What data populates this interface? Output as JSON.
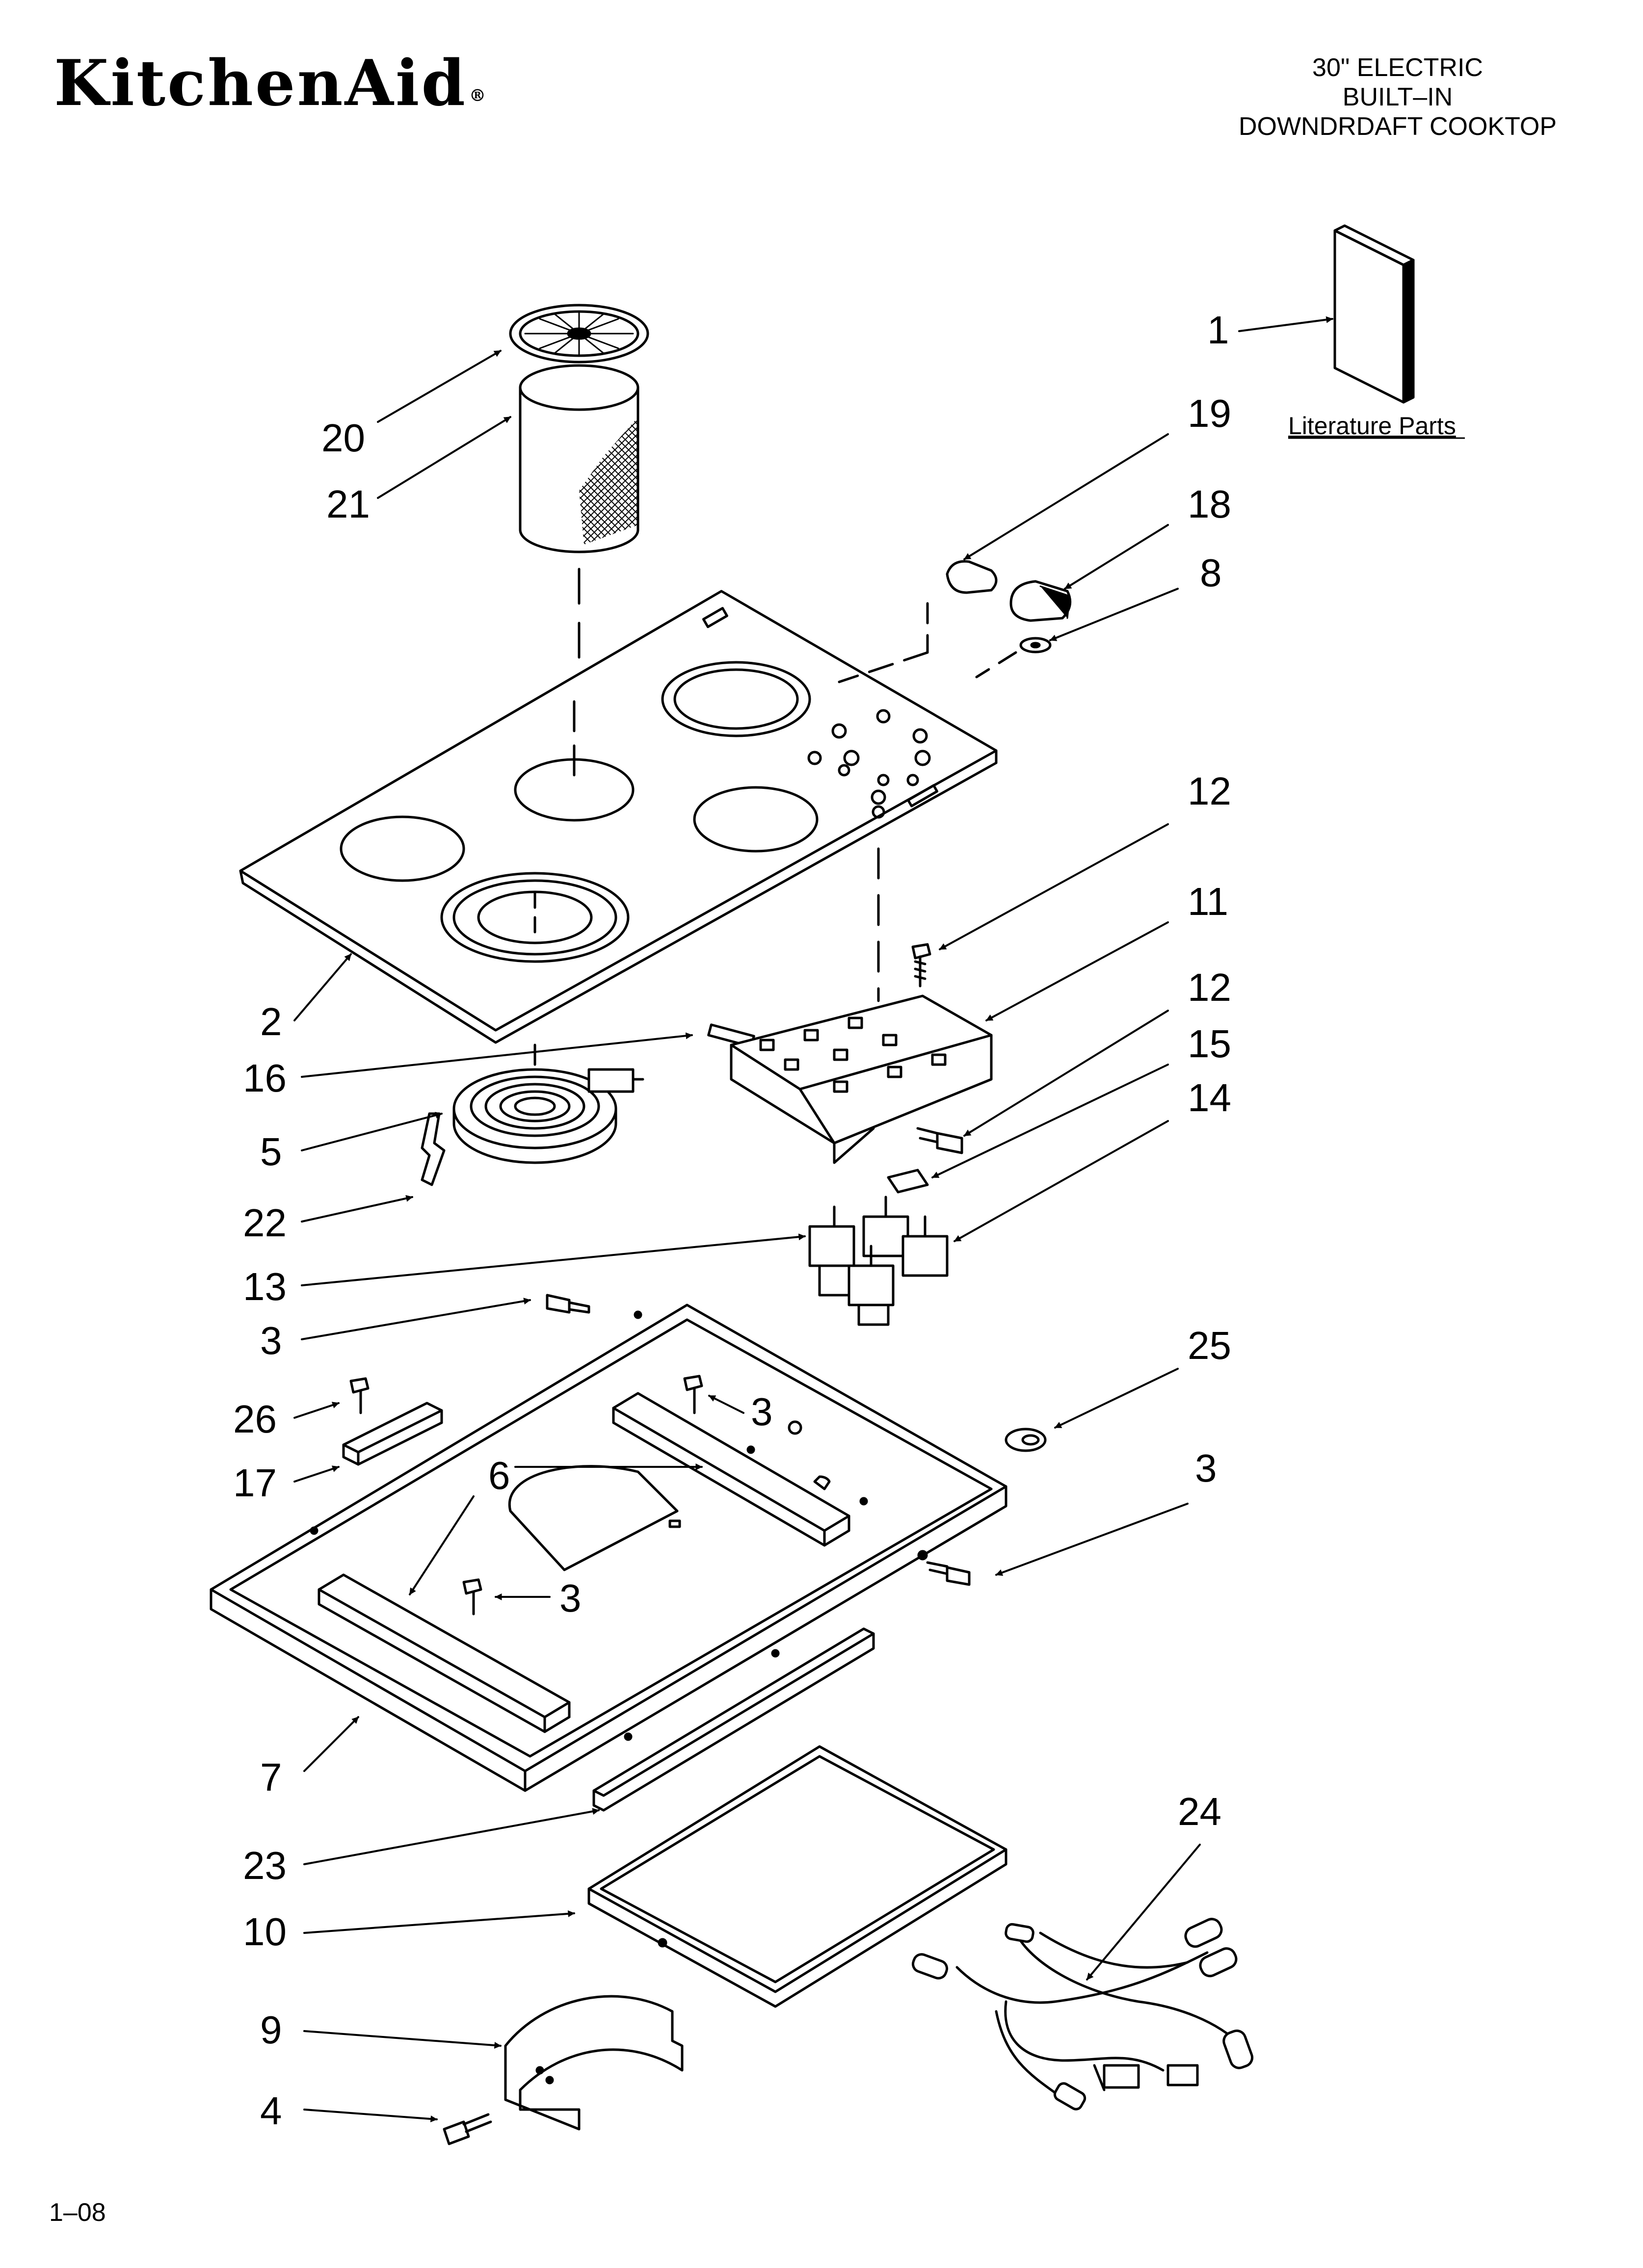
{
  "header": {
    "brand": "KitchenAid",
    "registered_mark": "®",
    "title_lines": [
      "30\" ELECTRIC",
      "BUILT–IN",
      "DOWNDRDAFT COOKTOP"
    ]
  },
  "literature_label": "Literature Parts",
  "callouts": [
    {
      "id": "c1",
      "text": "1"
    },
    {
      "id": "c19",
      "text": "19"
    },
    {
      "id": "c18",
      "text": "18"
    },
    {
      "id": "c8",
      "text": "8"
    },
    {
      "id": "c20",
      "text": "20"
    },
    {
      "id": "c21",
      "text": "21"
    },
    {
      "id": "c12a",
      "text": "12"
    },
    {
      "id": "c11",
      "text": "11"
    },
    {
      "id": "c12b",
      "text": "12"
    },
    {
      "id": "c15",
      "text": "15"
    },
    {
      "id": "c14",
      "text": "14"
    },
    {
      "id": "c2",
      "text": "2"
    },
    {
      "id": "c16",
      "text": "16"
    },
    {
      "id": "c5",
      "text": "5"
    },
    {
      "id": "c22",
      "text": "22"
    },
    {
      "id": "c13",
      "text": "13"
    },
    {
      "id": "c3a",
      "text": "3"
    },
    {
      "id": "c25",
      "text": "25"
    },
    {
      "id": "c26",
      "text": "26"
    },
    {
      "id": "c3b",
      "text": "3"
    },
    {
      "id": "c17",
      "text": "17"
    },
    {
      "id": "c6",
      "text": "6"
    },
    {
      "id": "c3c",
      "text": "3"
    },
    {
      "id": "c3d",
      "text": "3"
    },
    {
      "id": "c7",
      "text": "7"
    },
    {
      "id": "c24",
      "text": "24"
    },
    {
      "id": "c23",
      "text": "23"
    },
    {
      "id": "c10",
      "text": "10"
    },
    {
      "id": "c9",
      "text": "9"
    },
    {
      "id": "c4",
      "text": "4"
    }
  ],
  "footer": {
    "code": "1–08"
  }
}
